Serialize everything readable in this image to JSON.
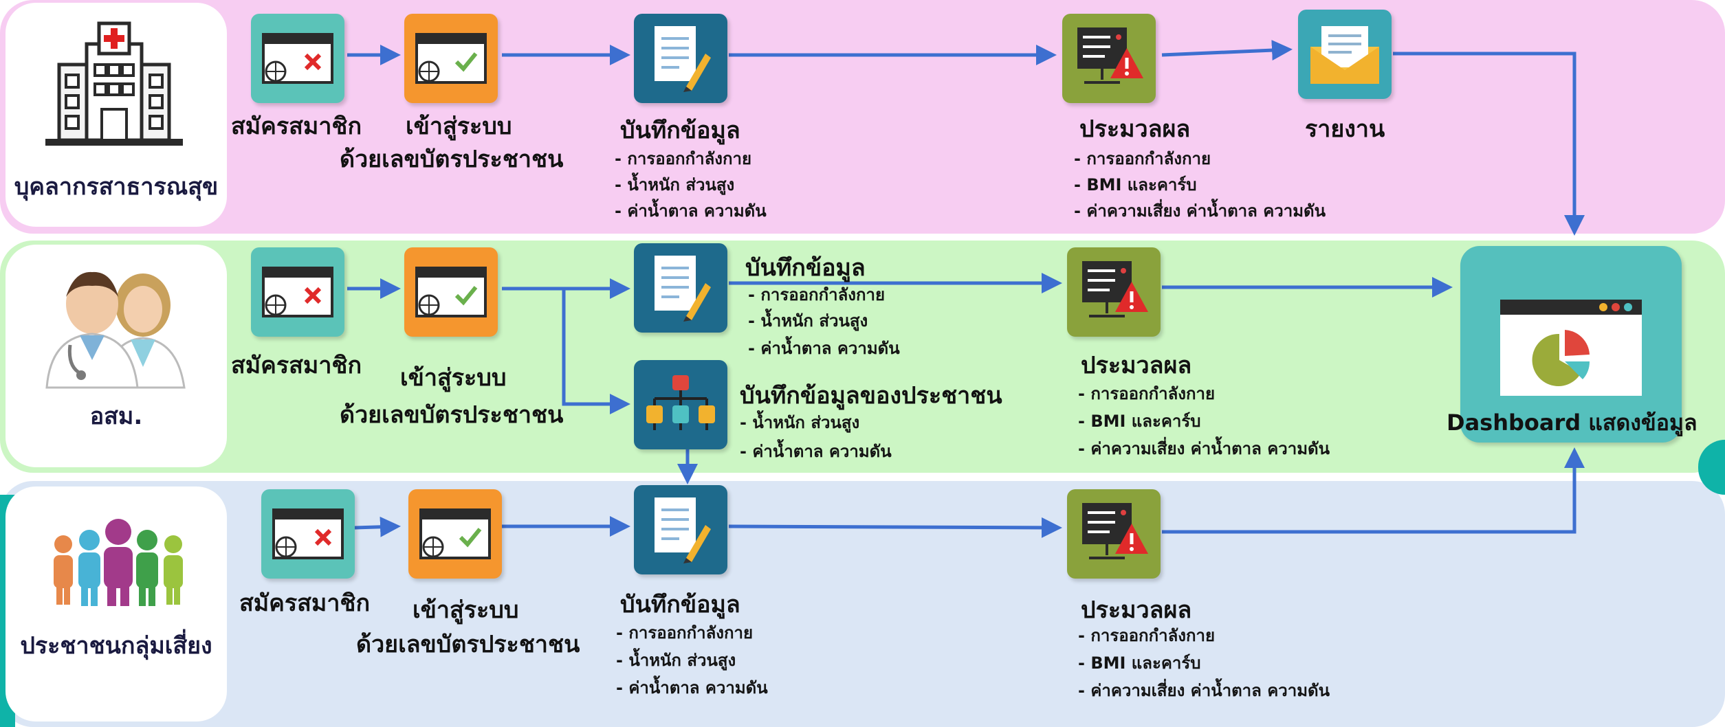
{
  "actors": {
    "health_staff": "บุคลากรสาธารณสุข",
    "volunteer": "อสม.",
    "risk_group": "ประชาชนกลุ่มเสี่ยง"
  },
  "steps": {
    "register": "สมัครสมาชิก",
    "login_l1": "เข้าสู่ระบบ",
    "login_l2": "ด้วยเลขบัตรประชาชน",
    "record": "บันทึกข้อมูล",
    "record_citizen": "บันทึกข้อมูลของประชาชน",
    "process": "ประมวลผล",
    "report": "รายงาน",
    "dashboard": "Dashboard แสดงข้อมูล"
  },
  "bullets": {
    "exercise": "- การออกกำลังกาย",
    "weight_height": "- น้ำหนัก ส่วนสูง",
    "sugar_pressure": "- ค่าน้ำตาล ความดัน",
    "bmi_carb": "- BMI และคาร์บ",
    "risk_sugar_pressure": "- ค่าความเสี่ยง ค่าน้ำตาล ความดัน"
  },
  "colors": {
    "row1_band": "#f7cdf2",
    "row2_band": "#ccf6c4",
    "row3_band": "#dbe6f5",
    "arrow": "#3d6fd0",
    "tile_register": "#5bc3b8",
    "tile_login": "#f5962e",
    "tile_record": "#1e6a8c",
    "tile_process": "#8aa23c",
    "tile_dashboard": "#5bc3b8"
  },
  "icons": {
    "register": "browser-x-icon",
    "login": "browser-check-icon",
    "record": "document-pencil-icon",
    "process": "server-warning-icon",
    "report": "envelope-icon",
    "dashboard": "pie-chart-window-icon",
    "network": "network-nodes-icon",
    "hospital": "hospital-icon",
    "doctors": "doctors-icon",
    "people": "people-group-icon"
  }
}
